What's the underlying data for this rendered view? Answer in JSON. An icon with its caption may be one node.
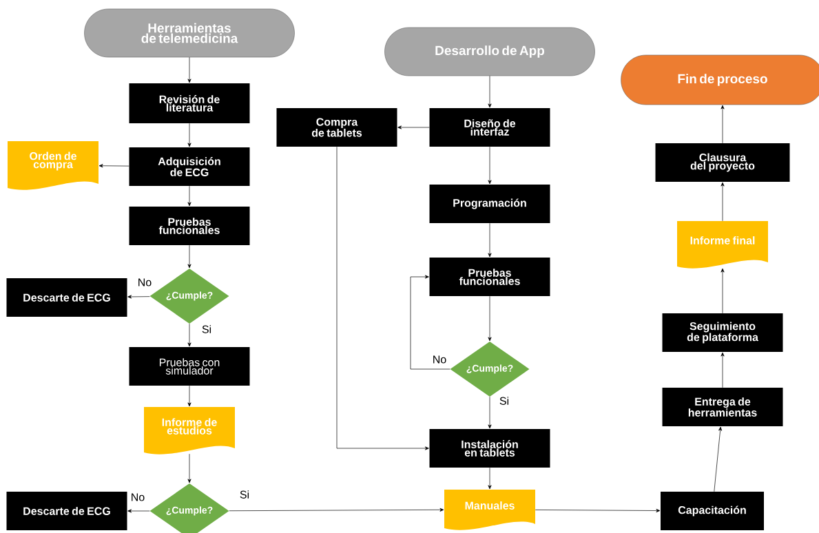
{
  "diagram": {
    "nodes": [
      {
        "text": [
          "Herramientas de telemedicina"
        ]
      },
      {
        "text": [
          "Revisión de literatura"
        ]
      },
      {
        "text": [
          "Orden de compra"
        ]
      },
      {
        "text": [
          "Adquisición de ECG"
        ]
      },
      {
        "text": [
          "Pruebas funcionales"
        ]
      },
      {
        "text": [
          "Descarte de ECG"
        ]
      },
      {
        "text": [
          "¿Cumple?"
        ]
      },
      {
        "text": [
          "Pruebas con simulador"
        ]
      },
      {
        "text": [
          "Informe de estudios"
        ]
      },
      {
        "text": [
          "Descarte de ECG"
        ]
      },
      {
        "text": [
          "¿Cumple?"
        ]
      },
      {
        "text": [
          "Desarrollo de App"
        ]
      },
      {
        "text": [
          "Compra de tablets"
        ]
      },
      {
        "text": [
          "Diseño de interfaz"
        ]
      },
      {
        "text": [
          "Programación"
        ]
      },
      {
        "text": [
          "Pruebas funcionales"
        ]
      },
      {
        "text": [
          "¿Cumple?"
        ]
      },
      {
        "text": [
          "Instalación en tablets"
        ]
      },
      {
        "text": [
          "Manuales"
        ]
      },
      {
        "text": [
          "Fin de proceso"
        ]
      },
      {
        "text": [
          "Clausura del proyecto"
        ]
      },
      {
        "text": [
          "Informe final"
        ]
      },
      {
        "text": [
          "Seguimiento de plataforma"
        ]
      },
      {
        "text": [
          "Entrega de herramientas"
        ]
      },
      {
        "text": [
          "Capacitación"
        ]
      }
    ],
    "edges": [
      {
        "from": 0,
        "to": 1,
        "arrow": "to"
      },
      {
        "from": 1,
        "to": 3,
        "arrow": "to"
      },
      {
        "from": 3,
        "to": 2,
        "arrow": "to"
      },
      {
        "from": 3,
        "to": 4,
        "arrow": "to"
      },
      {
        "from": 4,
        "to": 6,
        "arrow": "to"
      },
      {
        "from": 6,
        "to": 5,
        "arrow": "to",
        "label": "No"
      },
      {
        "from": 6,
        "to": 7,
        "arrow": "to",
        "label": "Si"
      },
      {
        "from": 7,
        "to": 8,
        "arrow": "to"
      },
      {
        "from": 8,
        "to": 10,
        "arrow": "to"
      },
      {
        "from": 10,
        "to": 9,
        "arrow": "to",
        "label": "No"
      },
      {
        "from": 10,
        "to": 18,
        "arrow": "to",
        "label": "Si"
      },
      {
        "from": 11,
        "to": 13,
        "arrow": "to"
      },
      {
        "from": 13,
        "to": 12,
        "arrow": "to"
      },
      {
        "from": 13,
        "to": 14,
        "arrow": "to"
      },
      {
        "from": 14,
        "to": 15,
        "arrow": "to"
      },
      {
        "from": 15,
        "to": 16,
        "arrow": "to"
      },
      {
        "from": 16,
        "to": 15,
        "arrow": "to",
        "label": "No"
      },
      {
        "from": 16,
        "to": 17,
        "arrow": "to",
        "label": "Si"
      },
      {
        "from": 12,
        "to": 17,
        "arrow": "to"
      },
      {
        "from": 17,
        "to": 18,
        "arrow": "to"
      },
      {
        "from": 18,
        "to": 24,
        "arrow": "to"
      },
      {
        "from": 24,
        "to": 23,
        "arrow": "to"
      },
      {
        "from": 23,
        "to": 22,
        "arrow": "to"
      },
      {
        "from": 22,
        "to": 21,
        "arrow": "to"
      },
      {
        "from": 21,
        "to": 20,
        "arrow": "to"
      },
      {
        "from": 20,
        "to": 19,
        "arrow": "to"
      }
    ]
  }
}
